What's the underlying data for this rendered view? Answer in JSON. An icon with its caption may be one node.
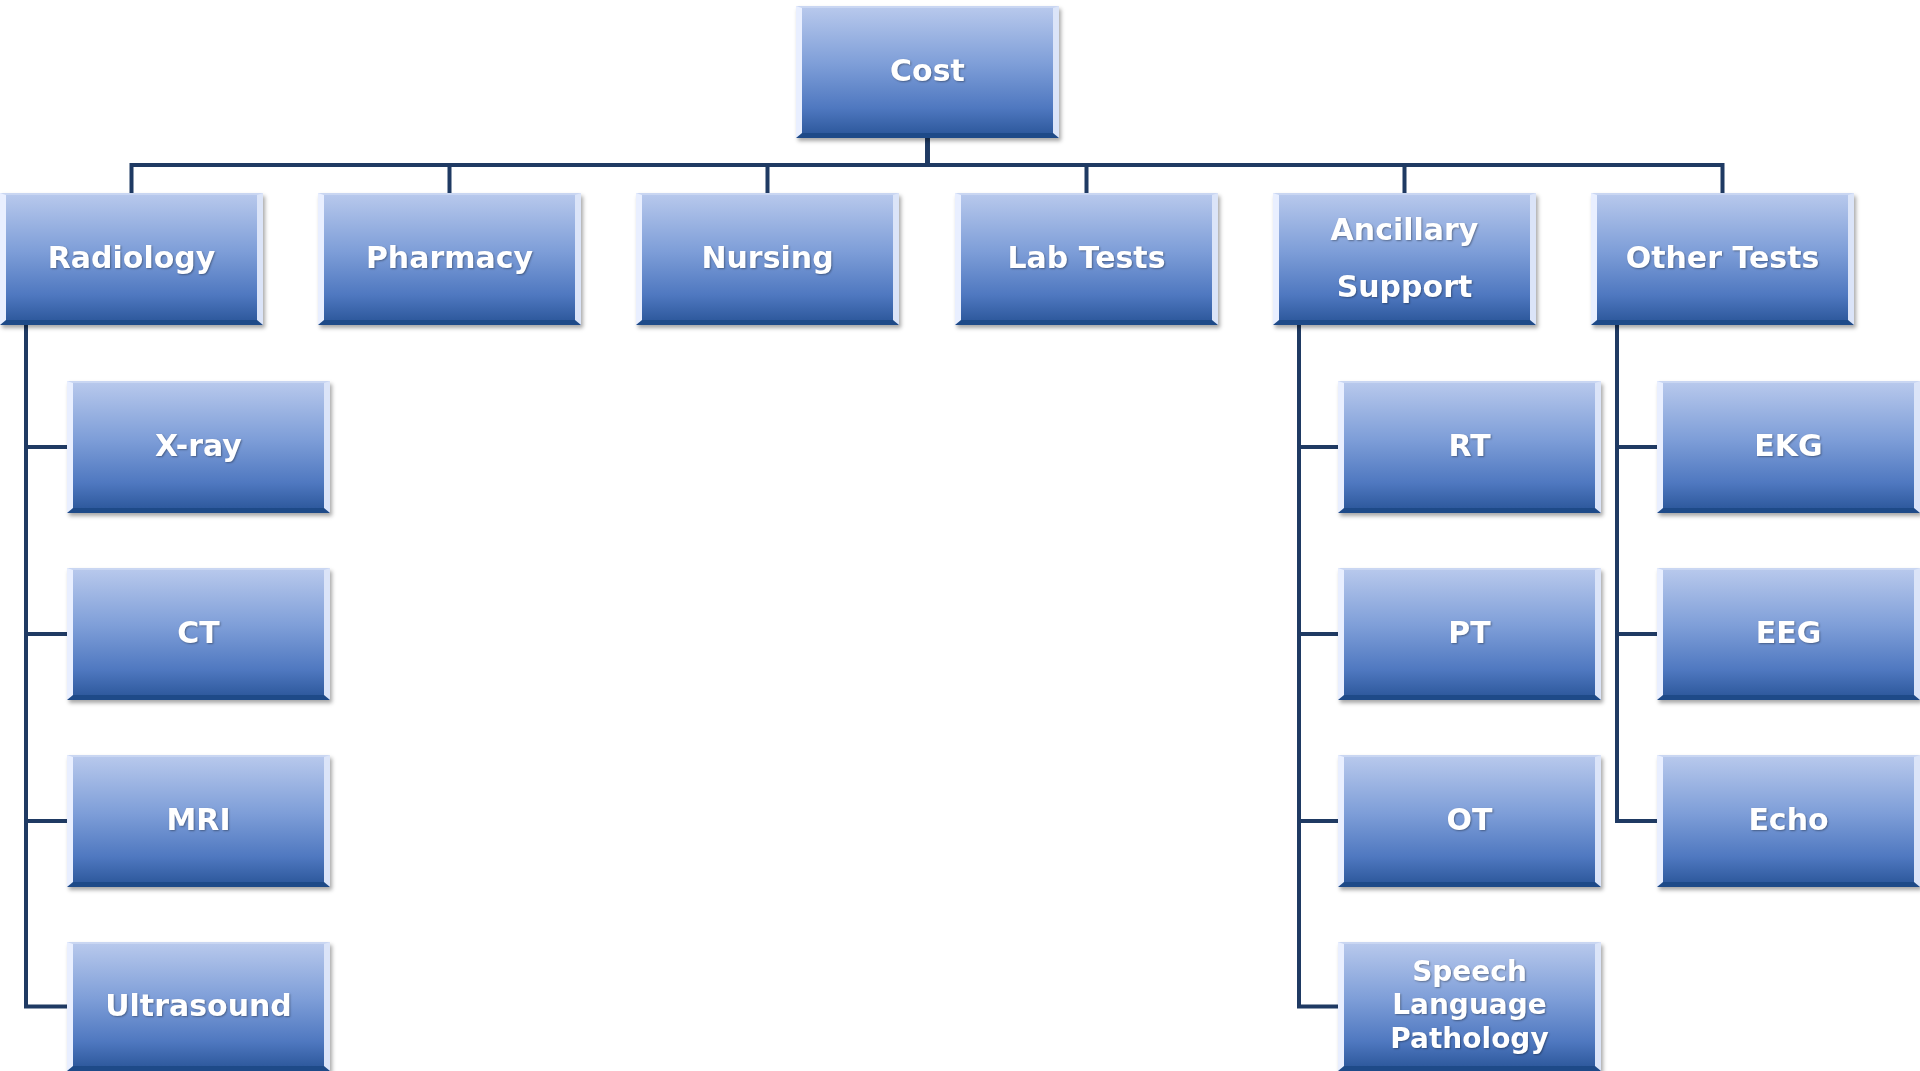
{
  "diagram": {
    "nodes": [
      {
        "text": [
          "Cost"
        ]
      },
      {
        "text": [
          "Radiology"
        ]
      },
      {
        "text": [
          "Pharmacy"
        ]
      },
      {
        "text": [
          "Nursing"
        ]
      },
      {
        "text": [
          "Lab Tests"
        ]
      },
      {
        "text": [
          "Ancillary Support"
        ]
      },
      {
        "text": [
          "Other Tests"
        ]
      },
      {
        "text": [
          "X-ray"
        ]
      },
      {
        "text": [
          "CT"
        ]
      },
      {
        "text": [
          "MRI"
        ]
      },
      {
        "text": [
          "Ultrasound"
        ]
      },
      {
        "text": [
          "RT"
        ]
      },
      {
        "text": [
          "PT"
        ]
      },
      {
        "text": [
          "OT"
        ]
      },
      {
        "text": [
          "Speech Language Pathology"
        ]
      },
      {
        "text": [
          "EKG"
        ]
      },
      {
        "text": [
          "EEG"
        ]
      },
      {
        "text": [
          "Echo"
        ]
      }
    ],
    "edges": [
      {
        "from": 0,
        "to": 1,
        "arrow": "none"
      },
      {
        "from": 0,
        "to": 2,
        "arrow": "none"
      },
      {
        "from": 0,
        "to": 3,
        "arrow": "none"
      },
      {
        "from": 0,
        "to": 4,
        "arrow": "none"
      },
      {
        "from": 0,
        "to": 5,
        "arrow": "none"
      },
      {
        "from": 0,
        "to": 6,
        "arrow": "none"
      },
      {
        "from": 1,
        "to": 7,
        "arrow": "none"
      },
      {
        "from": 1,
        "to": 8,
        "arrow": "none"
      },
      {
        "from": 1,
        "to": 9,
        "arrow": "none"
      },
      {
        "from": 1,
        "to": 10,
        "arrow": "none"
      },
      {
        "from": 5,
        "to": 11,
        "arrow": "none"
      },
      {
        "from": 5,
        "to": 12,
        "arrow": "none"
      },
      {
        "from": 5,
        "to": 13,
        "arrow": "none"
      },
      {
        "from": 5,
        "to": 14,
        "arrow": "none"
      },
      {
        "from": 6,
        "to": 15,
        "arrow": "none"
      },
      {
        "from": 6,
        "to": 16,
        "arrow": "none"
      },
      {
        "from": 6,
        "to": 17,
        "arrow": "none"
      }
    ]
  }
}
